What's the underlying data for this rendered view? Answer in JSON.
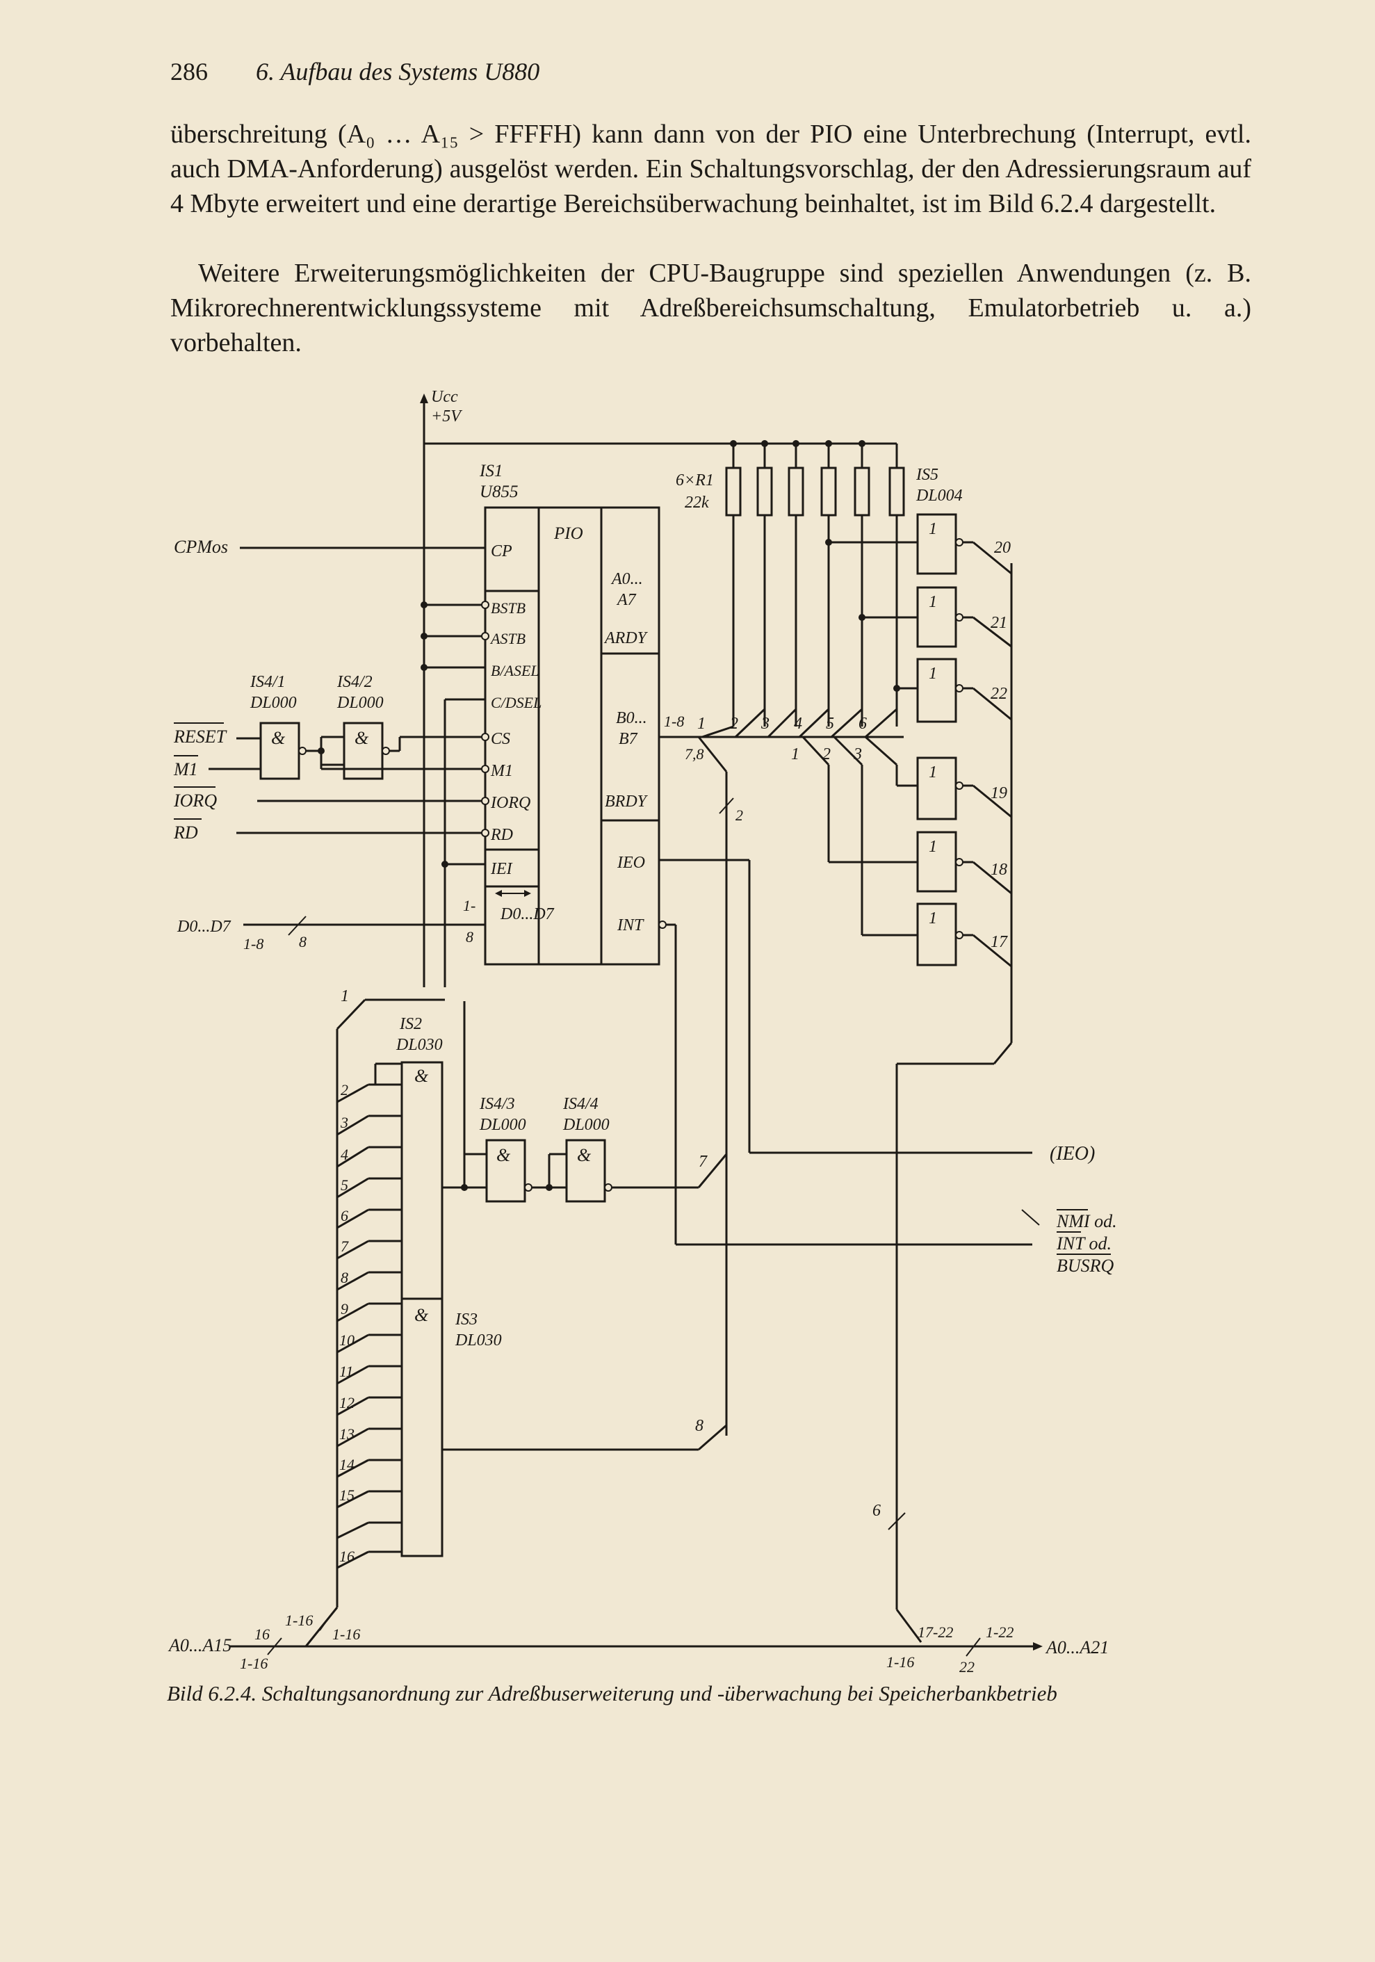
{
  "header": {
    "page_number": "286",
    "chapter": "6. Aufbau des Systems U880"
  },
  "body": {
    "p1": "überschreitung (A₀ … A₁₅ > FFFFH) kann dann von der PIO eine Unterbrechung (Interrupt, evtl. auch DMA-Anforderung) ausgelöst werden. Ein Schaltungsvorschlag, der den Adressierungsraum auf 4 Mbyte erweitert und eine derartige Bereichsüberwachung beinhaltet, ist im Bild 6.2.4 dargestellt.",
    "p2": "Weitere Erweiterungsmöglichkeiten der CPU-Baugruppe sind speziellen Anwendungen (z. B. Mikrorechnerentwicklungssysteme mit Adreßbereichsumschaltung, Emulatorbetrieb u. a.) vorbehalten."
  },
  "figure": {
    "caption": "Bild 6.2.4. Schaltungsanordnung zur Adreßbuserweiterung und -überwachung bei Speicherbankbetrieb",
    "supply": {
      "ucc": "Ucc",
      "voltage": "+5V"
    },
    "ics": {
      "is1_name": "IS1",
      "is1_type": "U855",
      "is1_func": "PIO",
      "is2_name": "IS2",
      "is2_type": "DL030",
      "is3_name": "IS3",
      "is3_type": "DL030",
      "is41_name": "IS4/1",
      "is42_name": "IS4/2",
      "is43_name": "IS4/3",
      "is44_name": "IS4/4",
      "dl000": "DL000",
      "is5_name": "IS5",
      "is5_type": "DL004",
      "resistors": "6×R1",
      "resistor_value": "22k",
      "and_symbol": "&",
      "inv_symbol": "1"
    },
    "pins_left": [
      "CP",
      "BSTB",
      "ASTB",
      "B/ASEL",
      "C/DSEL",
      "CS",
      "M1",
      "IORQ",
      "RD",
      "IEI"
    ],
    "pin_data": "D0...D7",
    "pins_right": {
      "a_port": "A0...",
      "a_port2": "A7",
      "ardy": "ARDY",
      "b_port": "B0...",
      "b_port2": "B7",
      "brdy": "BRDY",
      "ieo": "IEO",
      "int": "INT"
    },
    "inputs": {
      "cp_mos": "CPMos",
      "reset": "RESET",
      "m1": "M1",
      "iorq": "IORQ",
      "rd": "RD",
      "data_bus": "D0...D7"
    },
    "bus_labels": {
      "d_18": "1-8",
      "d_8": "8",
      "d_pin_1": "1-",
      "d_pin_8": "8",
      "b_18": "1-8",
      "b_78": "7,8",
      "b_2": "2",
      "addr_in": "A0...A15",
      "addr_16": "16",
      "addr_116": "1-16",
      "addr_116b": "1-16",
      "addr_116c": "1-16",
      "addr_out": "A0...A21",
      "out_1722": "17-22",
      "out_122": "1-22",
      "out_116": "1-16",
      "out_22": "22",
      "w7": "7",
      "w8": "8",
      "w6": "6",
      "w1": "1"
    },
    "b_lines": [
      "1",
      "2",
      "3",
      "4",
      "5",
      "6"
    ],
    "inv_in": [
      "1",
      "2",
      "3"
    ],
    "outputs_top": [
      "20",
      "21",
      "22"
    ],
    "outputs_bottom": [
      "19",
      "18",
      "17"
    ],
    "addr_lines": [
      "2",
      "3",
      "4",
      "5",
      "6",
      "7",
      "8",
      "9",
      "10",
      "11",
      "12",
      "13",
      "14",
      "15",
      "16"
    ],
    "right_outputs": {
      "ieo": "(IEO)",
      "nmi": "NMI od.",
      "int_od": "INT od.",
      "busrq": "BUSRQ"
    }
  }
}
